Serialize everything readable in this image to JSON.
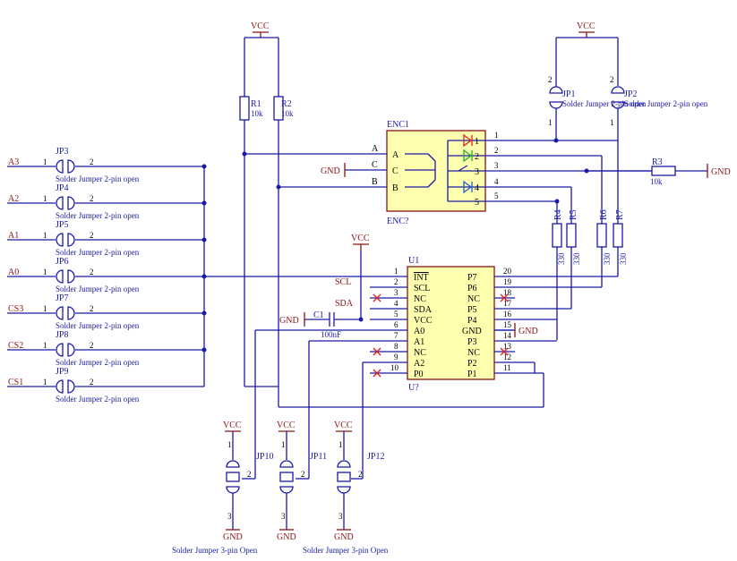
{
  "power": {
    "vcc": "VCC",
    "gnd": "GND"
  },
  "colors": {
    "wire": "#1a1aa8",
    "label": "#8b1414",
    "ic_fill": "#ffffb0",
    "nc_marker": "#e02020",
    "led_red": "#e02020",
    "led_green": "#20b020",
    "led_blue": "#2060d0"
  },
  "resistors": {
    "r1": {
      "designator": "R1",
      "value": "10k"
    },
    "r2": {
      "designator": "R2",
      "value": "10k"
    },
    "r3": {
      "designator": "R3",
      "value": "10k"
    },
    "r4": {
      "designator": "R4",
      "value": "330"
    },
    "r5": {
      "designator": "R5",
      "value": "330"
    },
    "r6": {
      "designator": "R6",
      "value": "330"
    },
    "r7": {
      "designator": "R7",
      "value": "330"
    }
  },
  "capacitor": {
    "designator": "C1",
    "value": "100nF"
  },
  "encoder": {
    "designator": "ENC1",
    "comment": "ENC?",
    "left_pins": [
      "A",
      "C",
      "B"
    ],
    "right_pins": [
      "1",
      "2",
      "3",
      "4",
      "5"
    ]
  },
  "ic": {
    "designator": "U1",
    "comment": "U?",
    "left_pins": [
      {
        "num": "1",
        "name": "INT"
      },
      {
        "num": "2",
        "name": "SCL"
      },
      {
        "num": "3",
        "name": "NC"
      },
      {
        "num": "4",
        "name": "SDA"
      },
      {
        "num": "5",
        "name": "VCC"
      },
      {
        "num": "6",
        "name": "A0"
      },
      {
        "num": "7",
        "name": "A1"
      },
      {
        "num": "8",
        "name": "NC"
      },
      {
        "num": "9",
        "name": "A2"
      },
      {
        "num": "10",
        "name": "P0"
      }
    ],
    "right_pins": [
      {
        "num": "20",
        "name": "P7"
      },
      {
        "num": "19",
        "name": "P6"
      },
      {
        "num": "18",
        "name": "NC"
      },
      {
        "num": "17",
        "name": "P5"
      },
      {
        "num": "16",
        "name": "P4"
      },
      {
        "num": "15",
        "name": "GND"
      },
      {
        "num": "14",
        "name": "P3"
      },
      {
        "num": "13",
        "name": "NC"
      },
      {
        "num": "12",
        "name": "P2"
      },
      {
        "num": "11",
        "name": "P1"
      }
    ]
  },
  "net_labels": {
    "scl": "SCL",
    "sda": "SDA"
  },
  "jumpers_top": [
    {
      "designator": "JP1",
      "label": "Solder Jumper 2-pin open"
    },
    {
      "designator": "JP2",
      "label": "Solder Jumper 2-pin open"
    }
  ],
  "jumpers_left": [
    {
      "net": "A3",
      "designator": "JP3",
      "label": "Solder Jumper 2-pin open"
    },
    {
      "net": "A2",
      "designator": "JP4",
      "label": "Solder Jumper 2-pin open"
    },
    {
      "net": "A1",
      "designator": "JP5",
      "label": "Solder Jumper 2-pin open"
    },
    {
      "net": "A0",
      "designator": "JP6",
      "label": "Solder Jumper 2-pin open"
    },
    {
      "net": "CS3",
      "designator": "JP7",
      "label": "Solder Jumper 2-pin open"
    },
    {
      "net": "CS2",
      "designator": "JP8",
      "label": "Solder Jumper 2-pin open"
    },
    {
      "net": "CS1",
      "designator": "JP9",
      "label": "Solder Jumper 2-pin open"
    }
  ],
  "jumpers_bottom": [
    {
      "designator": "JP10"
    },
    {
      "designator": "JP11"
    },
    {
      "designator": "JP12"
    }
  ],
  "bottom_labels": [
    "Solder Jumper 3-pin Open",
    "Solder Jumper 3-pin Open"
  ],
  "pin_numbers": {
    "one": "1",
    "two": "2",
    "three": "3"
  }
}
